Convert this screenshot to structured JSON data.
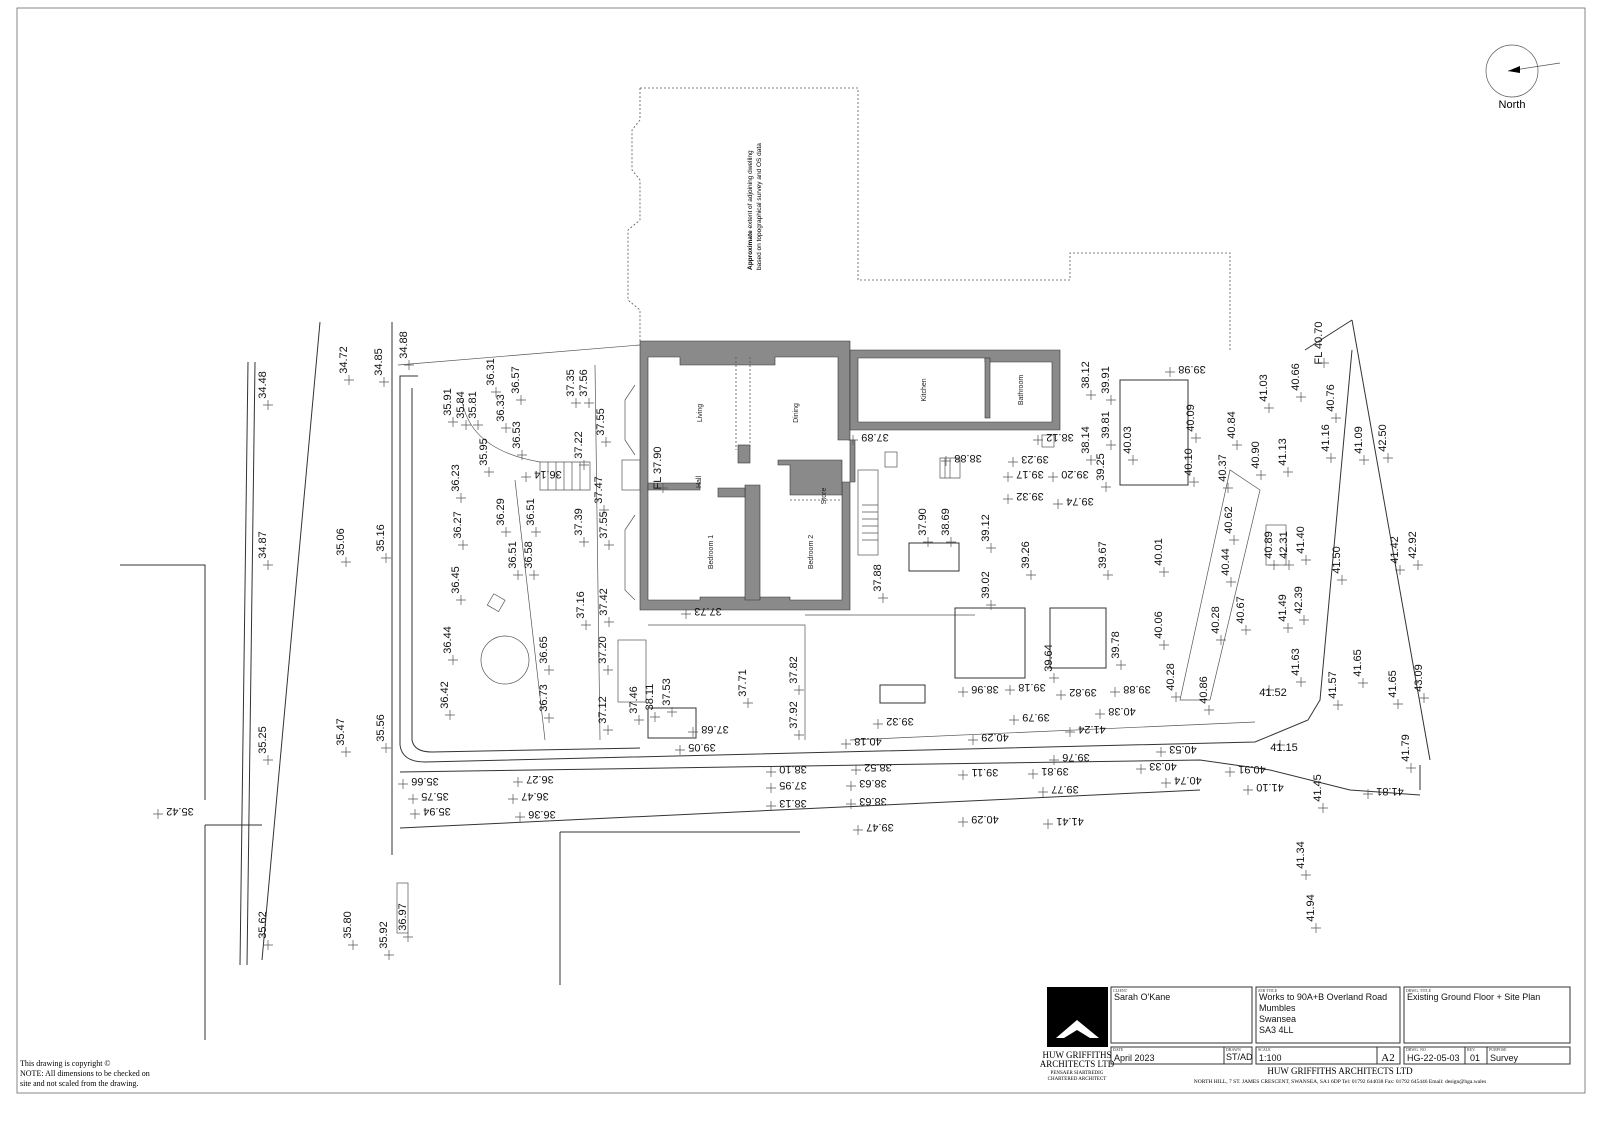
{
  "drawing": {
    "north_label": "North",
    "adjoining_note_bold": "Approximate",
    "adjoining_note_line1": " extent of adjoining dwelling",
    "adjoining_note_line2": "based on topographical survey and OS data",
    "rooms": [
      "Living",
      "Dining",
      "Kitchen",
      "Bathroom",
      "Hall",
      "Store",
      "Bedroom 1",
      "Bedroom 2"
    ],
    "levels": [
      "34.48",
      "34.72",
      "34.85",
      "34.88",
      "34.87",
      "35.06",
      "35.16",
      "35.25",
      "35.47",
      "35.56",
      "35.42",
      "35.62",
      "35.80",
      "35.92",
      "36.97",
      "35.66",
      "35.75",
      "35.94",
      "36.27",
      "36.47",
      "36.36",
      "35.91",
      "35.84",
      "35.81",
      "36.31",
      "36.57",
      "36.33",
      "36.53",
      "35.95",
      "36.14",
      "37.35",
      "37.56",
      "37.55",
      "37.22",
      "36.23",
      "37.47",
      "FL 37.90",
      "36.29",
      "36.27",
      "36.51",
      "37.39",
      "37.55",
      "36.51",
      "36.58",
      "36.45",
      "37.42",
      "37.16",
      "36.44",
      "36.65",
      "37.20",
      "36.42",
      "36.73",
      "37.12",
      "37.46",
      "38.11",
      "37.53",
      "37.71",
      "37.82",
      "37.92",
      "37.68",
      "39.05",
      "37.73",
      "37.88",
      "37.89",
      "38.88",
      "37.90",
      "38.69",
      "39.12",
      "39.26",
      "39.02",
      "38.12",
      "38.12",
      "39.91",
      "39.98",
      "38.14",
      "39.81",
      "39.23",
      "39.17",
      "39.20",
      "39.25",
      "39.32",
      "39.74",
      "40.09",
      "40.03",
      "41.03",
      "40.10",
      "40.37",
      "40.84",
      "40.90",
      "39.67",
      "40.01",
      "40.62",
      "40.44",
      "40.89",
      "42.31",
      "41.40",
      "42.39",
      "41.49",
      "40.28",
      "40.67",
      "40.06",
      "39.64",
      "39.78",
      "40.28",
      "40.86",
      "41.63",
      "41.57",
      "41.65",
      "41.65",
      "43.09",
      "40.66",
      "FL 40.70",
      "40.76",
      "41.13",
      "41.16",
      "41.09",
      "42.50",
      "41.50",
      "41.42",
      "42.92",
      "41.79",
      "41.81",
      "41.45",
      "41.34",
      "41.94",
      "38.96",
      "39.18",
      "39.82",
      "39.88",
      "40.38",
      "41.52",
      "41.15",
      "39.79",
      "41.24",
      "39.32",
      "40.29",
      "40.18",
      "38.10",
      "38.52",
      "39.11",
      "39.81",
      "39.76",
      "40.53",
      "40.33",
      "40.74",
      "40.91",
      "41.10",
      "37.95",
      "38.63",
      "38.13",
      "38.63",
      "39.77",
      "39.47",
      "40.29",
      "41.41"
    ]
  },
  "notes": {
    "copyright": "This drawing is copyright ©",
    "line2": "NOTE: All dimensions to be checked on",
    "line3": "site and not scaled from the drawing."
  },
  "title_block": {
    "logo": {
      "line1": "HUW GRIFFITHS",
      "line2": "ARCHITECTS LTD",
      "line3": "PENSAER SIARTREDIG",
      "line4": "CHARTERED ARCHITECT"
    },
    "client_label": "CLIENT",
    "client": "Sarah O'Kane",
    "job_title_label": "JOB TITLE",
    "job_title": [
      "Works to 90A+B Overland Road",
      "Mumbles",
      "Swansea",
      "SA3 4LL"
    ],
    "drawing_title_label": "DRWG. TITLE",
    "drawing_title": "Existing Ground Floor + Site Plan",
    "date_label": "DATE",
    "date": "April 2023",
    "drawn_label": "DRAWN",
    "drawn": "ST/AD",
    "scale_label": "SCALE",
    "scale": "1:100",
    "sheet_size": "A2",
    "drawing_no_label": "DRWG. NO",
    "drawing_no": "HG-22-05-03",
    "rev_label": "REV.",
    "rev": "01",
    "purpose_label": "PURPOSE",
    "purpose": "Survey",
    "company": "HUW GRIFFITHS ARCHITECTS LTD",
    "address": "NORTH HILL, 7 ST. JAMES CRESCENT, SWANSEA, SA1 6DP  Tel: 01792 644038  Fax: 01792 645446  Email: design@hga.wales"
  }
}
